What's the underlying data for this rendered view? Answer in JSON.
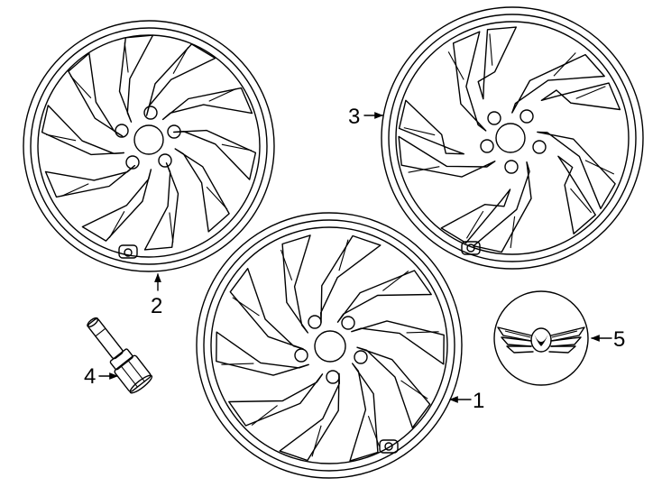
{
  "callouts": {
    "wheel_1": "1",
    "wheel_2": "2",
    "wheel_3": "3",
    "lug_nut": "4",
    "center_cap": "5"
  }
}
